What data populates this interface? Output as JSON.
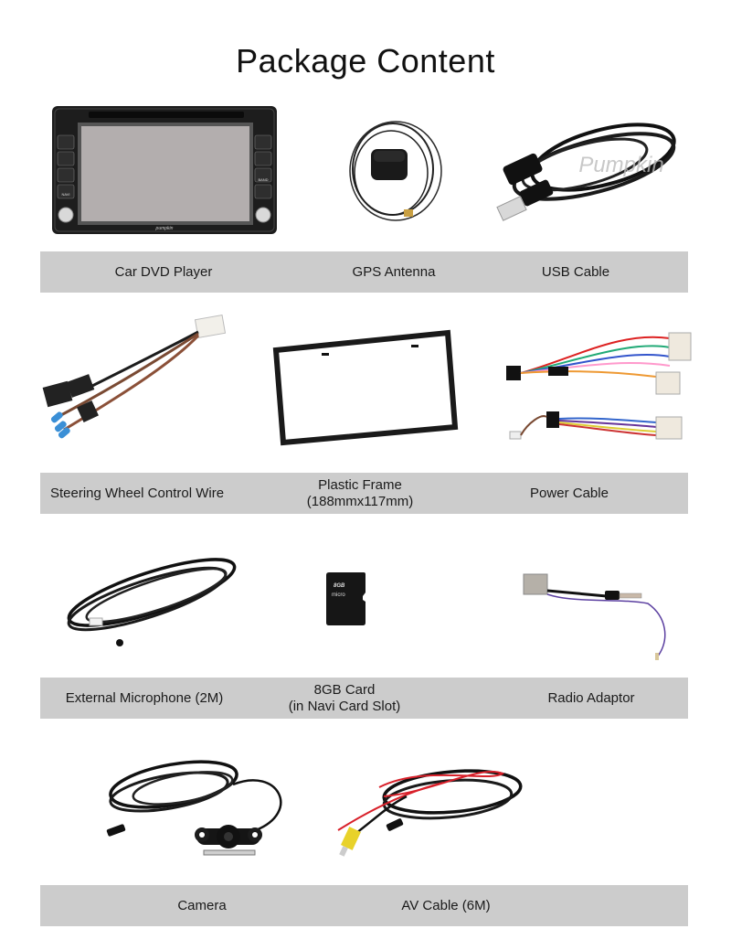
{
  "title": "Package Content",
  "rows": [
    {
      "items": [
        {
          "label": "Car DVD Player",
          "icon": "car-dvd-player-icon"
        },
        {
          "label": "GPS Antenna",
          "icon": "gps-antenna-icon"
        },
        {
          "label": "USB Cable",
          "icon": "usb-cable-icon"
        }
      ]
    },
    {
      "items": [
        {
          "label": "Steering Wheel Control Wire",
          "icon": "steering-wheel-control-wire-icon"
        },
        {
          "label": "Plastic Frame",
          "sublabel": "(188mmx117mm)",
          "icon": "plastic-frame-icon"
        },
        {
          "label": "Power Cable",
          "icon": "power-cable-icon"
        }
      ]
    },
    {
      "items": [
        {
          "label": "External Microphone (2M)",
          "icon": "external-microphone-icon"
        },
        {
          "label": "8GB Card",
          "sublabel": "(in Navi Card Slot)",
          "icon": "sd-card-icon"
        },
        {
          "label": "Radio Adaptor",
          "icon": "radio-adaptor-icon"
        }
      ]
    },
    {
      "items": [
        {
          "label": "Camera",
          "icon": "camera-icon"
        },
        {
          "label": "AV Cable (6M)",
          "icon": "av-cable-icon"
        }
      ]
    }
  ],
  "device": {
    "brand": "pumpkin",
    "buttons": [
      "BAND",
      "NAVI"
    ]
  },
  "watermark": "Pumpkin",
  "card_text": {
    "capacity": "8GB",
    "type": "micro SD"
  },
  "colors": {
    "label_bar": "#cccccc",
    "title": "#111111"
  }
}
